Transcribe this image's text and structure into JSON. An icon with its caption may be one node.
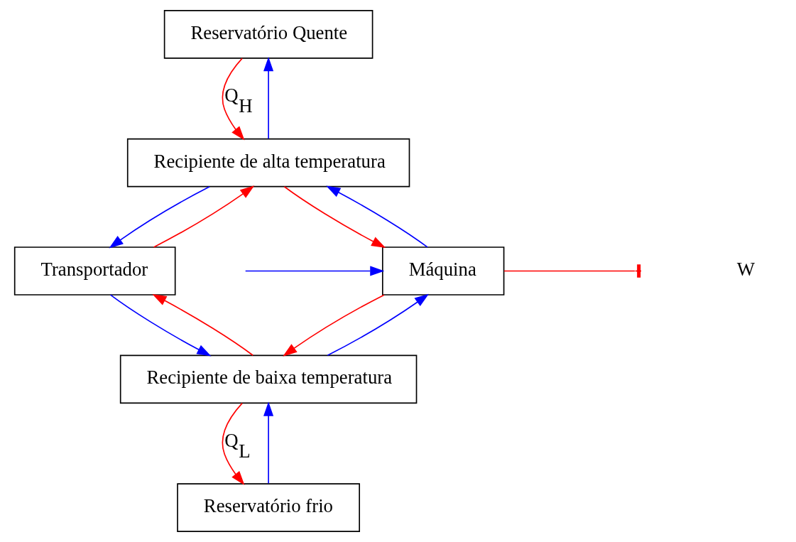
{
  "diagram": {
    "nodes": [
      {
        "text": [
          "Reservatório Quente"
        ]
      },
      {
        "text": [
          "Recipiente de alta temperatura"
        ]
      },
      {
        "text": [
          "Transportador"
        ]
      },
      {
        "text": [
          "Máquina"
        ]
      },
      {
        "text": [
          "Recipiente de baixa temperatura"
        ]
      },
      {
        "text": [
          "Reservatório frio"
        ]
      }
    ],
    "edges": [
      {
        "from": 0,
        "to": 1,
        "arrow": "to",
        "label": "Q$_{H}$",
        "color": "#ff0000"
      },
      {
        "from": 1,
        "to": 0,
        "arrow": "to",
        "color": "#0000ff"
      },
      {
        "from": 1,
        "to": 2,
        "arrow": "to",
        "color": "#0000ff"
      },
      {
        "from": 2,
        "to": 1,
        "arrow": "to",
        "color": "#ff0000"
      },
      {
        "from": 3,
        "to": 1,
        "arrow": "to",
        "color": "#0000ff"
      },
      {
        "from": 1,
        "to": 3,
        "arrow": "to",
        "color": "#ff0000"
      },
      {
        "from": 3,
        "to": null,
        "arrow": "other",
        "color": "#ff0000"
      },
      {
        "from": null,
        "to": 3,
        "arrow": "to",
        "color": "#0000ff"
      },
      {
        "from": 4,
        "to": 2,
        "arrow": "to",
        "color": "#ff0000"
      },
      {
        "from": 2,
        "to": 4,
        "arrow": "to",
        "color": "#0000ff"
      },
      {
        "from": 3,
        "to": 4,
        "arrow": "to",
        "color": "#ff0000"
      },
      {
        "from": 4,
        "to": 3,
        "arrow": "to",
        "color": "#0000ff"
      },
      {
        "from": 4,
        "to": 5,
        "arrow": "to",
        "label": "Q$_{L}$",
        "color": "#ff0000"
      },
      {
        "from": 5,
        "to": 4,
        "arrow": "to",
        "color": "#0000ff"
      }
    ],
    "labels": [
      "W"
    ]
  }
}
